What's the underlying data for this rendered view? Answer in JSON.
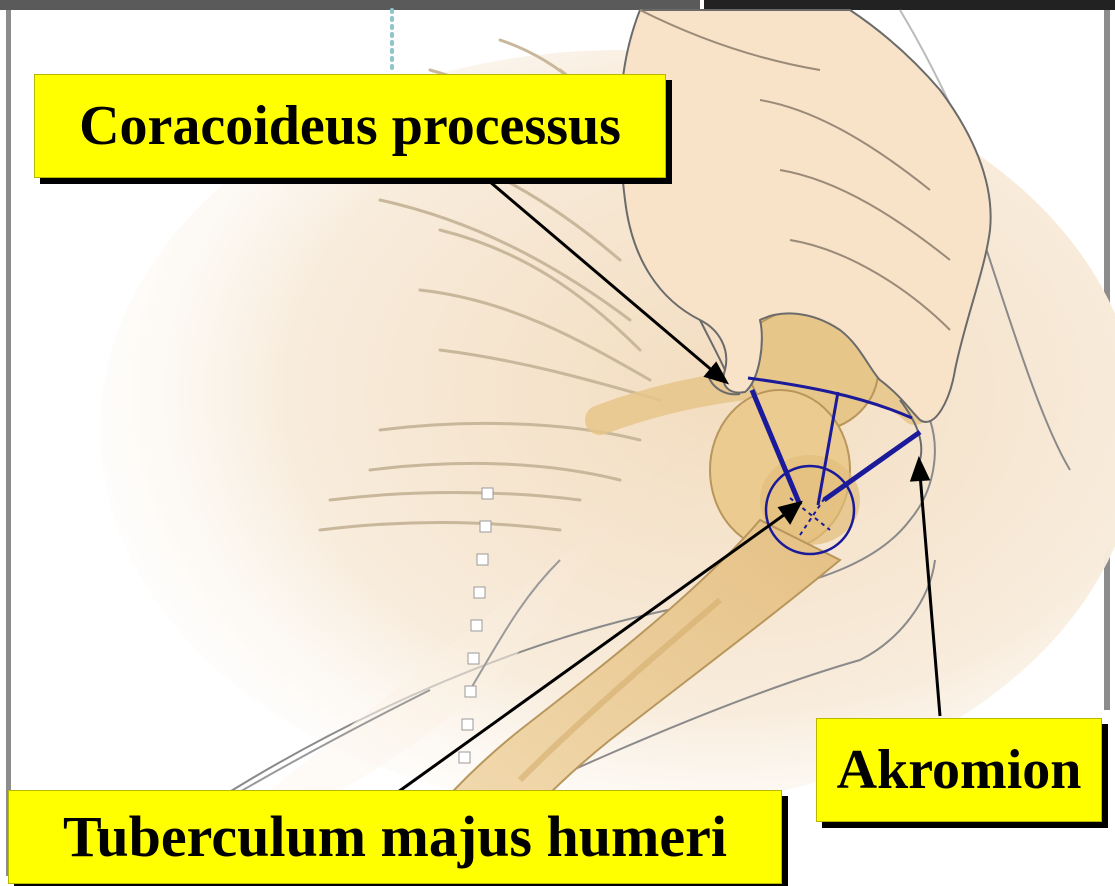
{
  "labels": {
    "coracoid": "Coracoideus processus",
    "akromion": "Akromion",
    "tuberculum": "Tuberculum majus humeri"
  },
  "colors": {
    "label_bg": "#ffff00",
    "measure_line": "#1a1a9a",
    "bone": "#e9c98a",
    "skin": "#f7e3c9",
    "outline": "#6b6b6b"
  },
  "icons": {
    "hand": "hand-icon",
    "shoulder": "shoulder-bone-icon"
  }
}
